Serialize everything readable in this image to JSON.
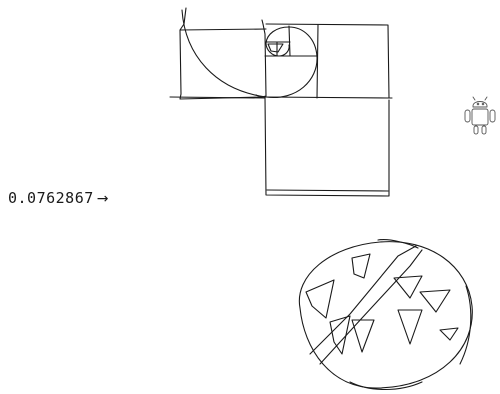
{
  "readout": {
    "value": "0.0762867",
    "arrow": "→"
  },
  "drawings": {
    "top_left": "golden-spiral-squares",
    "right": "android-robot",
    "bottom": "globe-with-continents"
  },
  "colors": {
    "ink": "#1a1a1a",
    "background": "#ffffff"
  }
}
